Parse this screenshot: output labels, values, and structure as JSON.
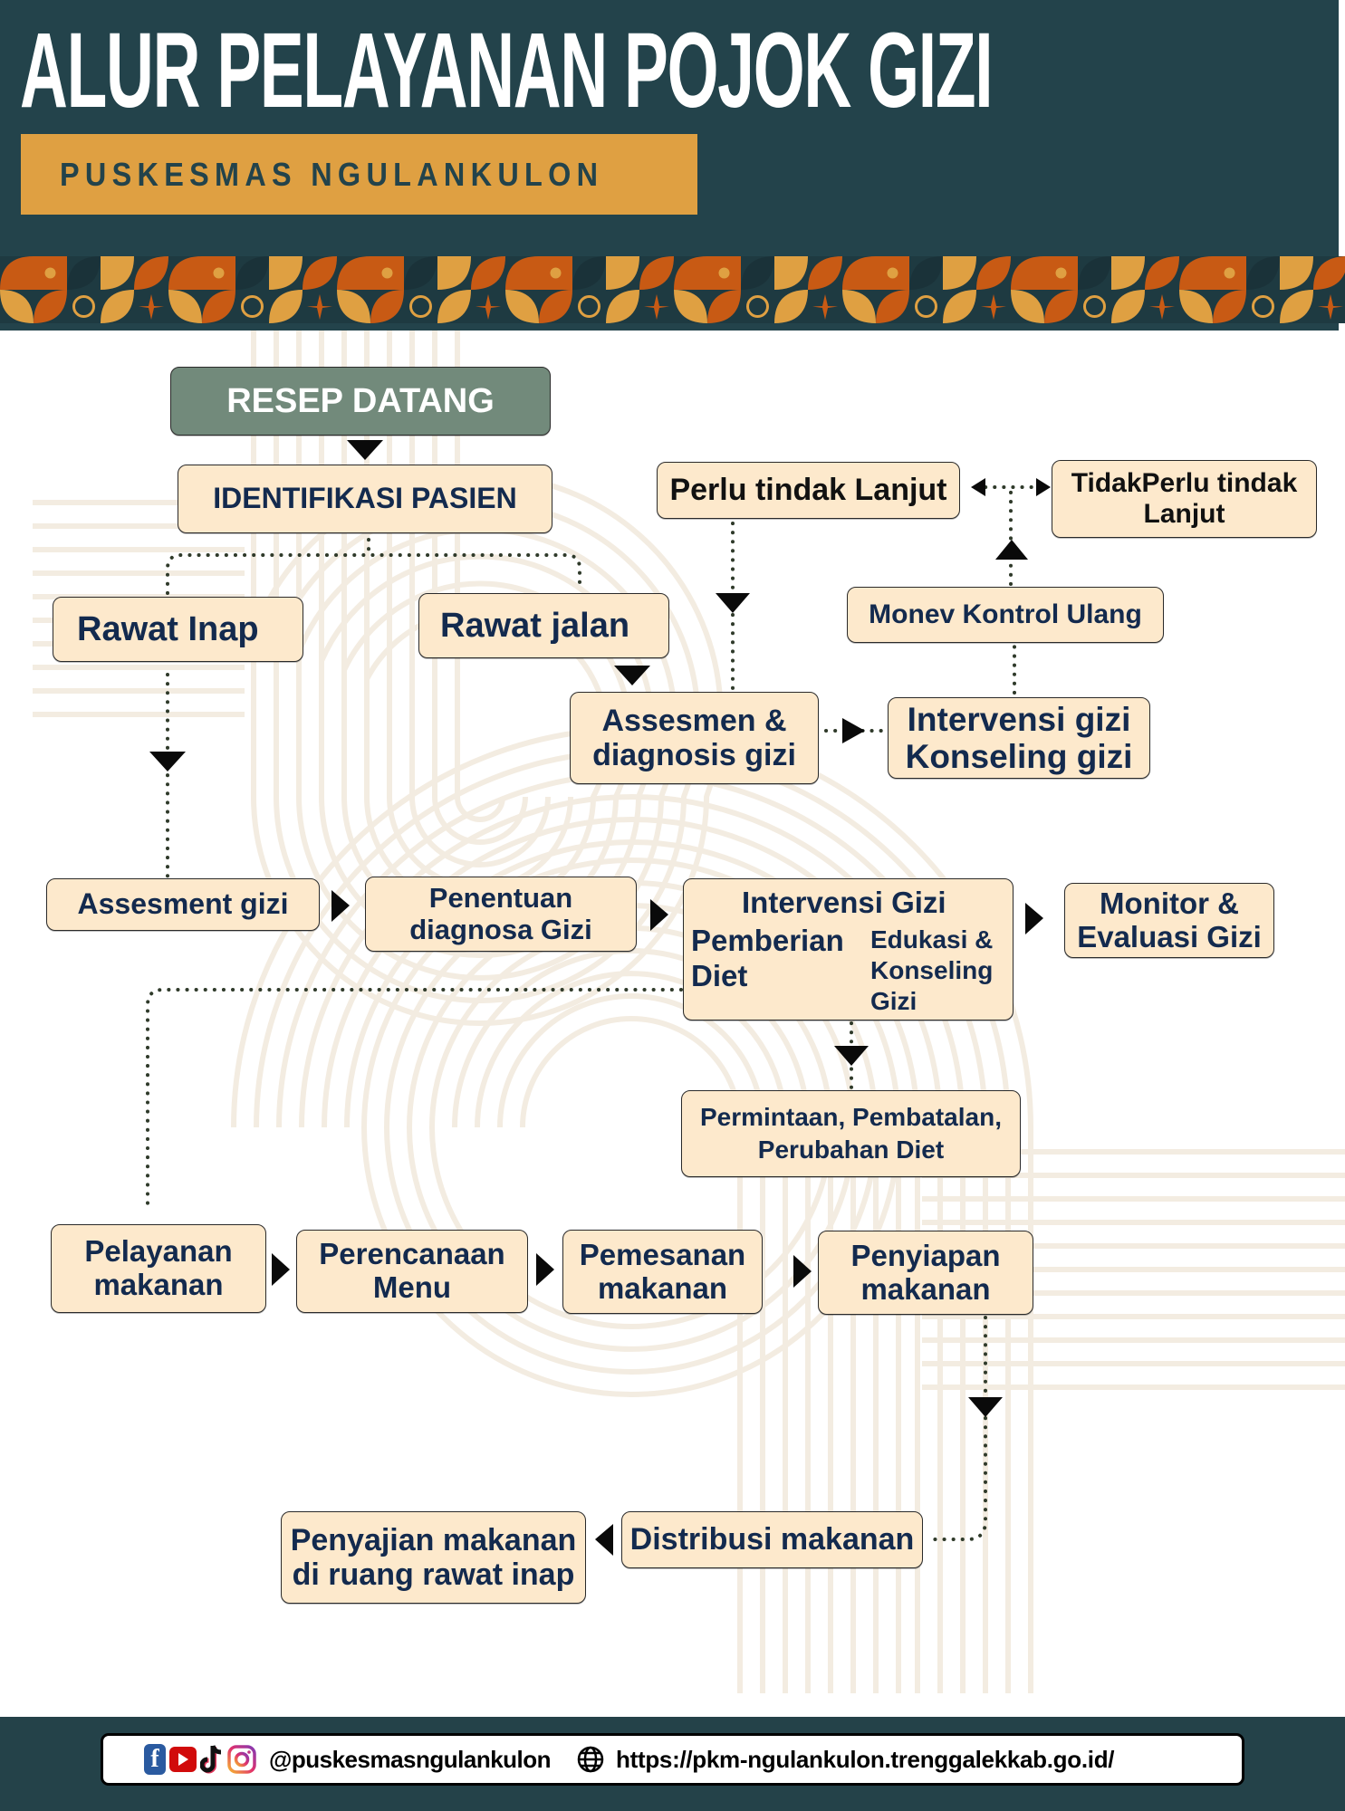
{
  "header": {
    "title": "ALUR PELAYANAN POJOK GIZI",
    "subtitle": "PUSKESMAS NGULANKULON"
  },
  "colors": {
    "header_bg": "#23434b",
    "accent_orange": "#dfa042",
    "accent_rust": "#c85a14",
    "box_fill": "#fde9cc",
    "start_fill": "#728a7b",
    "text_navy": "#132a4e"
  },
  "flow": {
    "resep_datang": "RESEP DATANG",
    "identifikasi_pasien": "IDENTIFIKASI PASIEN",
    "rawat_inap": "Rawat Inap",
    "rawat_jalan": "Rawat jalan",
    "assesmen_diagnosis": [
      "Assesmen &",
      "diagnosis gizi"
    ],
    "intervensi_konseling": [
      "Intervensi gizi",
      "Konseling gizi"
    ],
    "monev_kontrol": "Monev Kontrol Ulang",
    "perlu_tindak_lanjut": "Perlu tindak Lanjut",
    "tidak_perlu_tindak_lanjut": [
      "TidakPerlu tindak",
      "Lanjut"
    ],
    "assesment_gizi": "Assesment gizi",
    "penentuan_diagnosa": [
      "Penentuan",
      "diagnosa Gizi"
    ],
    "intervensi_gizi": {
      "title": "Intervensi Gizi",
      "left": [
        "Pemberian",
        "Diet"
      ],
      "right": [
        "Edukasi &",
        "Konseling",
        "Gizi"
      ]
    },
    "monitor_evaluasi": [
      "Monitor &",
      "Evaluasi Gizi"
    ],
    "permintaan_diet": [
      "Permintaan, Pembatalan,",
      "Perubahan Diet"
    ],
    "pelayanan_makanan": [
      "Pelayanan",
      "makanan"
    ],
    "perencanaan_menu": [
      "Perencanaan",
      "Menu"
    ],
    "pemesanan_makanan": [
      "Pemesanan",
      "makanan"
    ],
    "penyiapan_makanan": [
      "Penyiapan",
      "makanan"
    ],
    "distribusi_makanan": "Distribusi makanan",
    "penyajian_makanan": [
      "Penyajian makanan",
      "di ruang rawat inap"
    ]
  },
  "footer": {
    "social_icons": [
      "facebook-icon",
      "youtube-icon",
      "tiktok-icon",
      "instagram-icon"
    ],
    "handle": "@puskesmasngulankulon",
    "globe_icon": "globe-icon",
    "url": "https://pkm-ngulankulon.trenggalekkab.go.id/"
  }
}
